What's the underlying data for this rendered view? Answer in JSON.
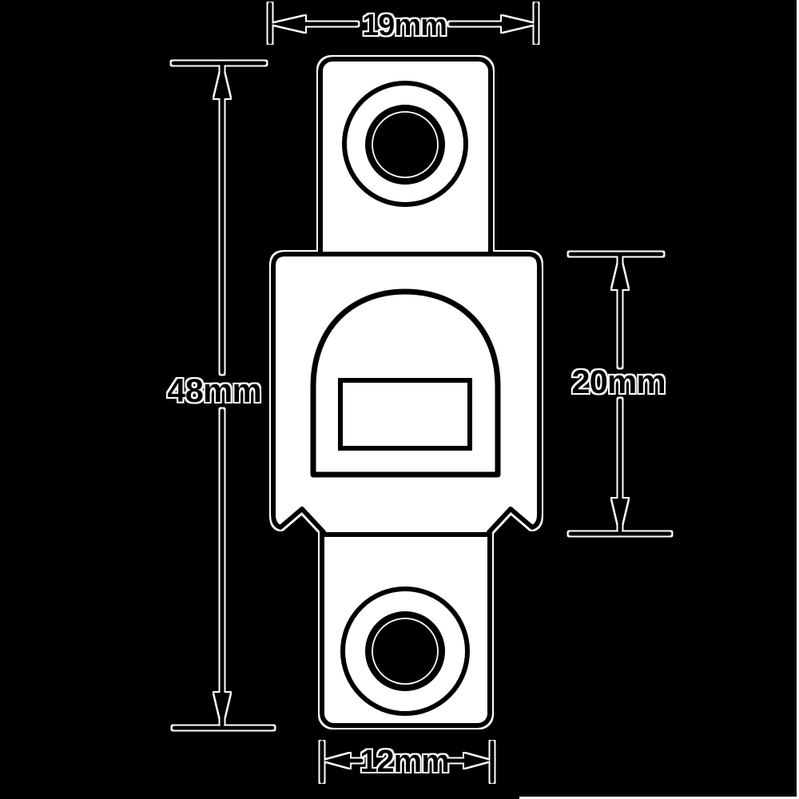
{
  "diagram": {
    "colors": {
      "background": "#000000",
      "outline": "#050505",
      "halo": "#ffffff",
      "part_fill": "#ffffff"
    },
    "dimension_labels": {
      "top_width": "19mm",
      "overall_height": "48mm",
      "body_height": "20mm",
      "bottom_tab_width": "12mm"
    }
  }
}
